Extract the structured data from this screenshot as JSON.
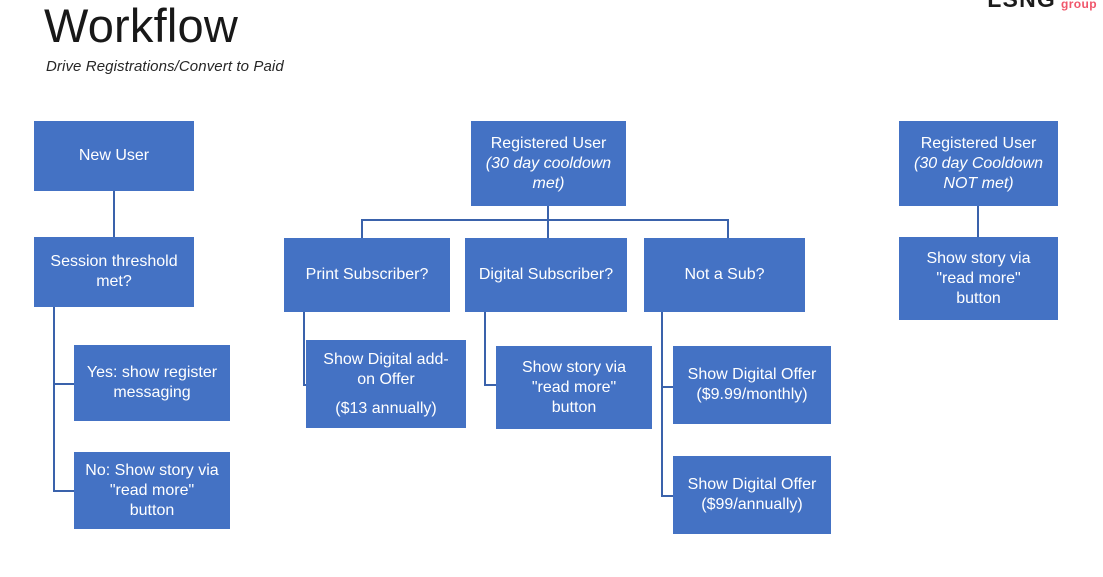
{
  "header": {
    "title": "Workflow",
    "subtitle": "Drive Registrations/Convert to Paid"
  },
  "brand": {
    "mark": "LSNG",
    "sub": "group"
  },
  "theme": {
    "box_fill": "#4472C4",
    "box_text": "#FFFFFF",
    "connector": "#3A62AB",
    "background": "#FFFFFF",
    "accent_red": "#F0566B"
  },
  "flow": {
    "columns": [
      {
        "name": "new-user-branch",
        "nodes": [
          {
            "id": "new-user",
            "lines": [
              "New User"
            ]
          },
          {
            "id": "session-threshold",
            "lines": [
              "Session threshold",
              "met?"
            ]
          },
          {
            "id": "yes-register",
            "lines": [
              "Yes: show register",
              "messaging"
            ]
          },
          {
            "id": "no-read-more",
            "lines": [
              "No: Show story via",
              "\"read more\"",
              "button"
            ]
          }
        ]
      },
      {
        "name": "registered-cooldown-met-branch",
        "nodes": [
          {
            "id": "registered-user-met",
            "lines": [
              "Registered User",
              "(30 day cooldown",
              "met)"
            ]
          },
          {
            "id": "print-subscriber",
            "lines": [
              "Print Subscriber?"
            ]
          },
          {
            "id": "digital-subscriber",
            "lines": [
              "Digital Subscriber?"
            ]
          },
          {
            "id": "not-a-sub",
            "lines": [
              "Not a Sub?"
            ]
          },
          {
            "id": "digital-addon-offer",
            "lines": [
              "Show Digital add-",
              "on Offer",
              "($13 annually)"
            ]
          },
          {
            "id": "digital-sub-read-more",
            "lines": [
              "Show story via",
              "\"read more\"",
              "button"
            ]
          },
          {
            "id": "digital-offer-monthly",
            "lines": [
              "Show Digital Offer",
              "($9.99/monthly)"
            ]
          },
          {
            "id": "digital-offer-annual",
            "lines": [
              "Show Digital Offer",
              "($99/annually)"
            ]
          }
        ]
      },
      {
        "name": "registered-cooldown-not-met-branch",
        "nodes": [
          {
            "id": "registered-user-not-met",
            "lines": [
              "Registered User",
              "(30 day Cooldown",
              "NOT met)"
            ]
          },
          {
            "id": "not-met-read-more",
            "lines": [
              "Show story via",
              "\"read more\"",
              "button"
            ]
          }
        ]
      }
    ],
    "labels": {
      "new_user": "New User",
      "session_threshold_l1": "Session threshold",
      "session_threshold_l2": "met?",
      "yes_register_l1": "Yes: show register",
      "yes_register_l2": "messaging",
      "no_readmore_l1": "No: Show story via",
      "no_readmore_l2": "\"read more\"",
      "no_readmore_l3": "button",
      "reg_met_l1": "Registered User",
      "reg_met_l2": "(30 day cooldown",
      "reg_met_l3": "met)",
      "print_subscriber": "Print Subscriber?",
      "digital_subscriber": "Digital Subscriber?",
      "not_a_sub": "Not a Sub?",
      "addon_l1": "Show Digital add-",
      "addon_l2": "on Offer",
      "addon_l3": "($13 annually)",
      "digsub_readmore_l1": "Show story via",
      "digsub_readmore_l2": "\"read more\"",
      "digsub_readmore_l3": "button",
      "offer_monthly_l1": "Show Digital Offer",
      "offer_monthly_l2": "($9.99/monthly)",
      "offer_annual_l1": "Show Digital Offer",
      "offer_annual_l2": "($99/annually)",
      "reg_notmet_l1": "Registered User",
      "reg_notmet_l2": "(30 day Cooldown",
      "reg_notmet_l3": "NOT met)",
      "notmet_readmore_l1": "Show story via",
      "notmet_readmore_l2": "\"read more\"",
      "notmet_readmore_l3": "button"
    }
  }
}
